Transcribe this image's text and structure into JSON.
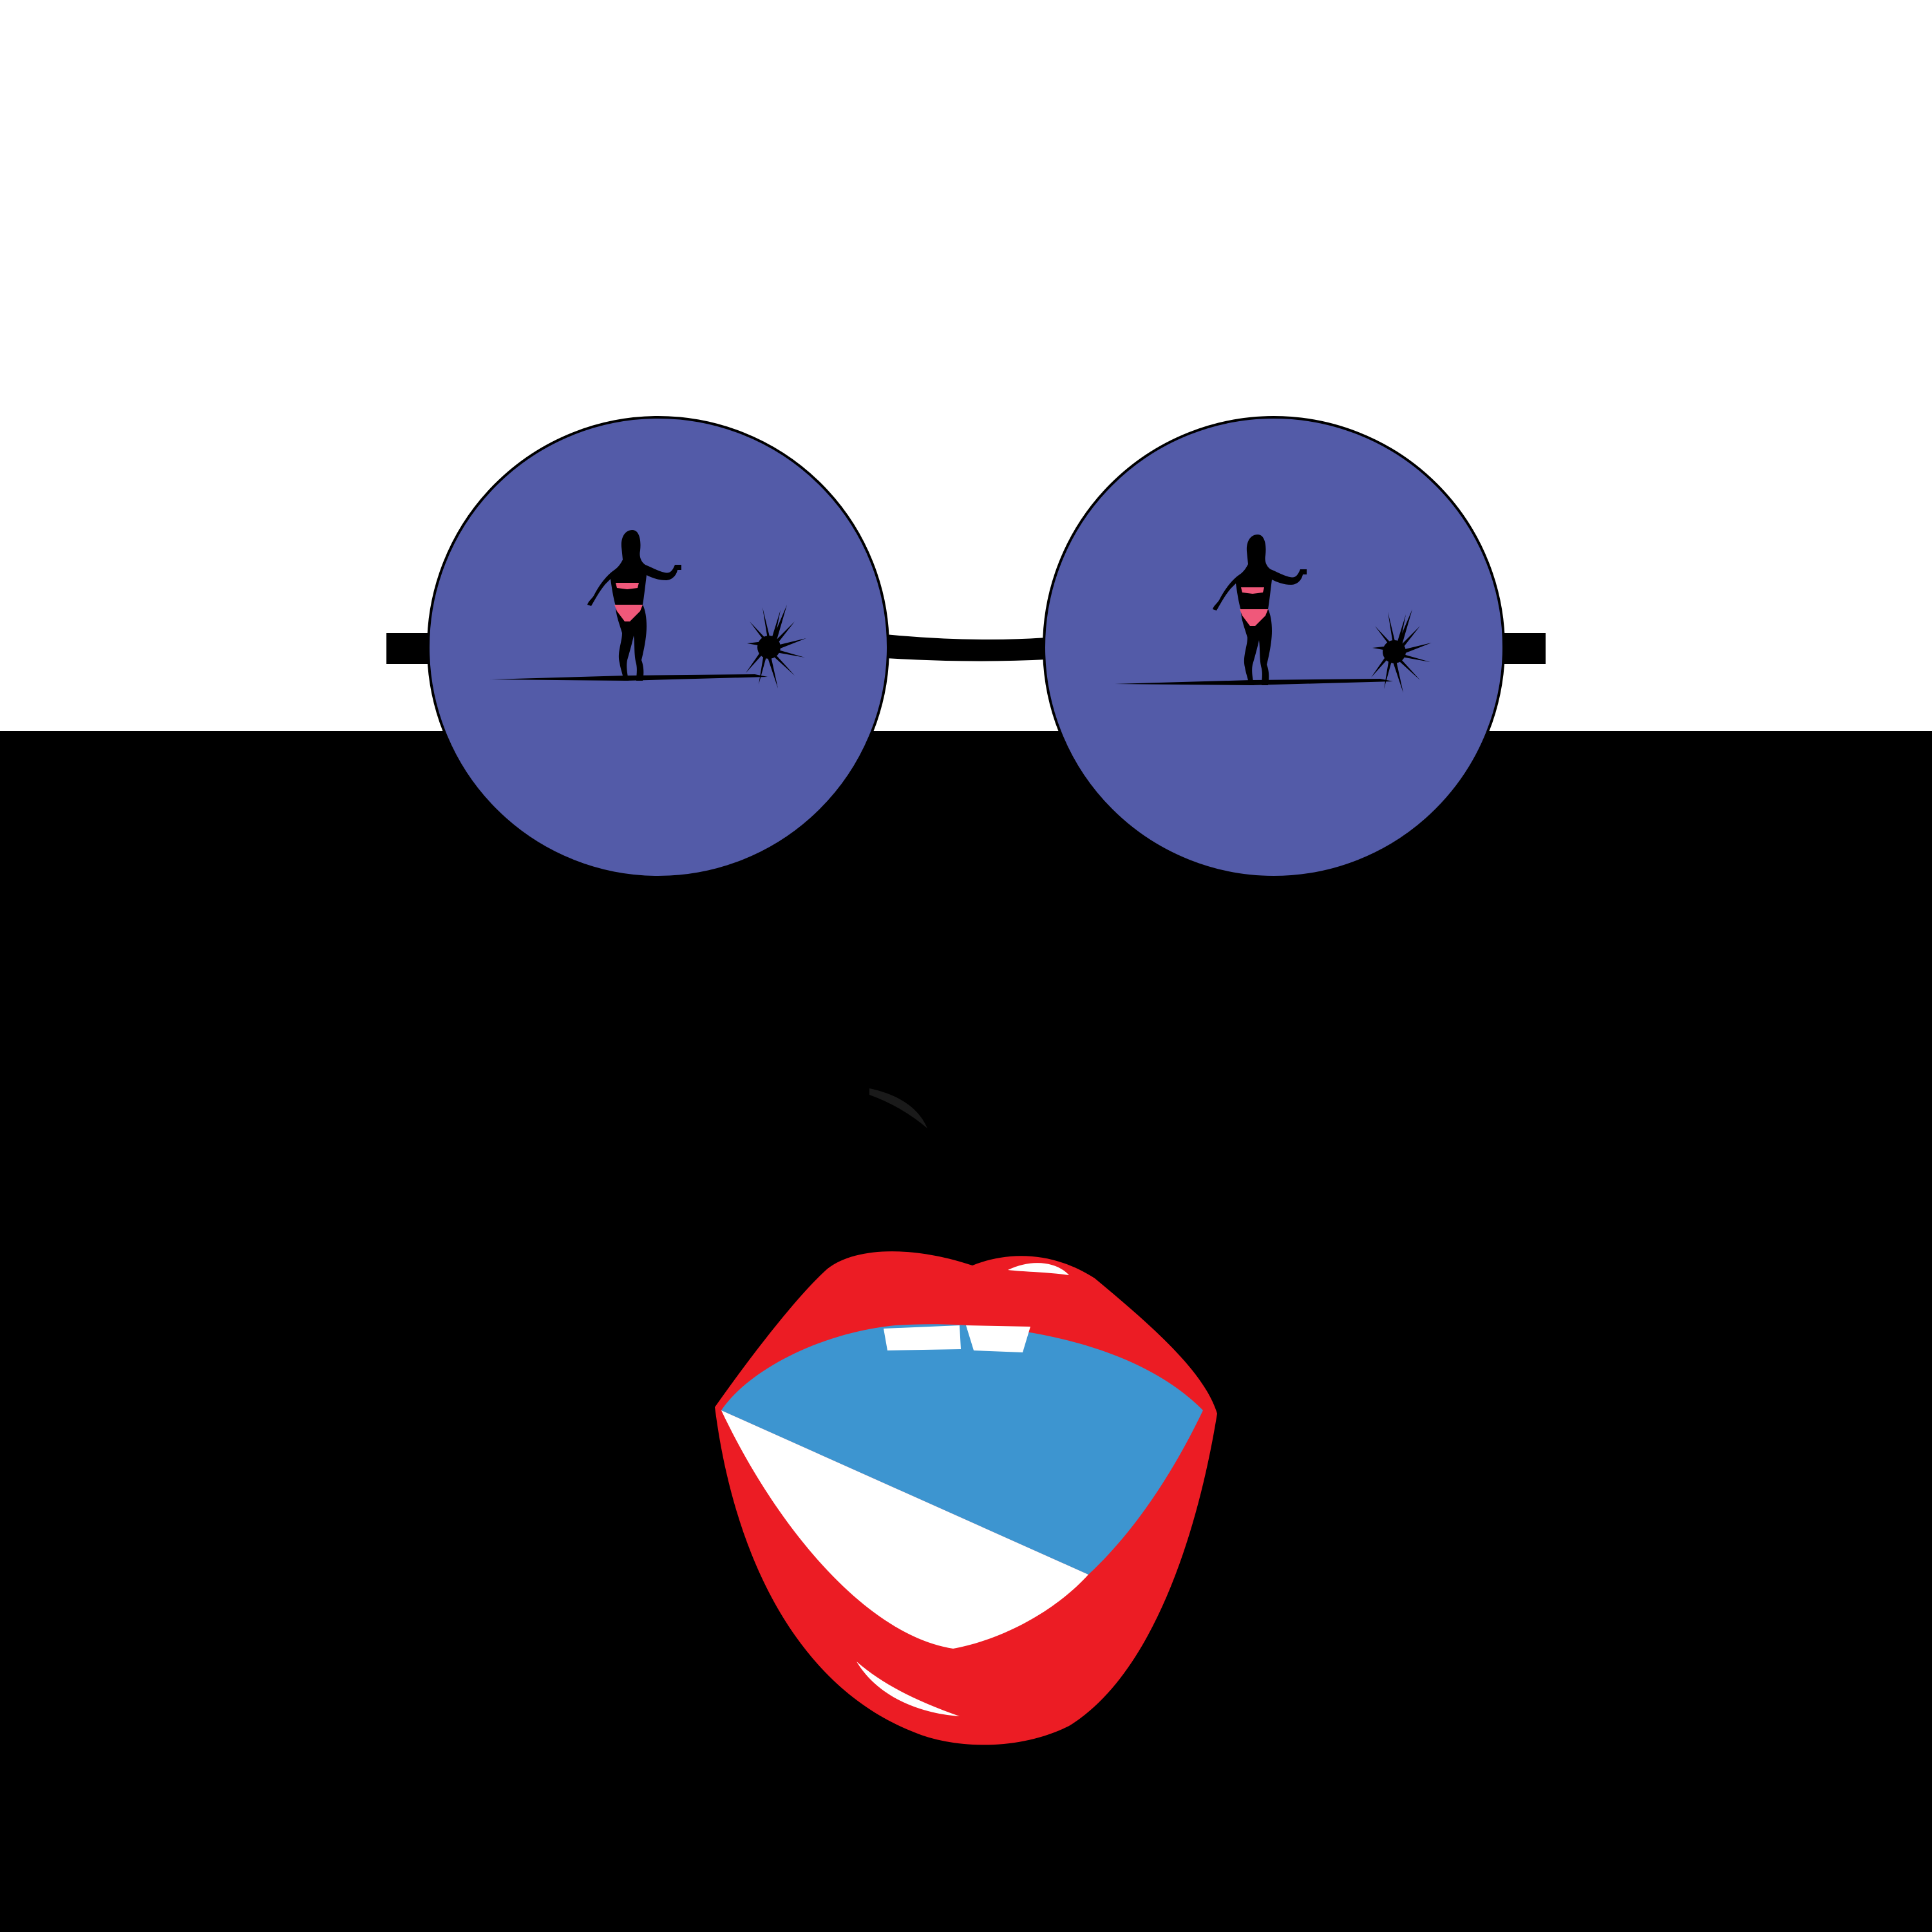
{
  "colors": {
    "sky": "#ffffff",
    "face": "#000000",
    "lens": "#535ba8",
    "frame": "#000000",
    "lips": "#ec1c24",
    "lip_highlight": "#ffffff",
    "tongue": "#3d95d0",
    "teeth": "#ffffff",
    "bikini": "#f0587a",
    "silhouette": "#000000"
  },
  "icons": {
    "left_lens": "beach-dancer-reflection",
    "right_lens": "beach-dancer-reflection",
    "palm": "palm-tree-silhouette"
  }
}
